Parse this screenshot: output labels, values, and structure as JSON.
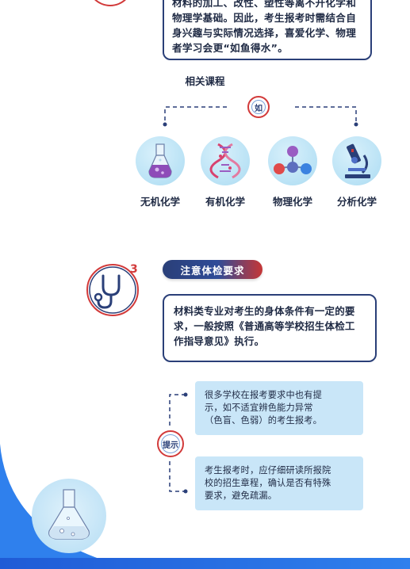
{
  "intro": {
    "lines": [
      "材料的加工、改性、塑性等离不开化学和",
      "物理学基础。因此，考生报考时需结合自",
      "身兴趣与实际情况选择，喜爱化学、物理",
      "者学习会更“如鱼得水”。"
    ]
  },
  "courses": {
    "title": "相关课程",
    "badge": "如",
    "items": [
      {
        "label": "无机化学",
        "icon": "flask-purple-icon"
      },
      {
        "label": "有机化学",
        "icon": "dna-icon"
      },
      {
        "label": "物理化学",
        "icon": "molecule-icon"
      },
      {
        "label": "分析化学",
        "icon": "microscope-icon"
      }
    ]
  },
  "health": {
    "number": "3",
    "tag": "注意体检要求",
    "lines": [
      "材料类专业对考生的身体条件有一定的要",
      "求，一般按照《普通高等学校招生体检工",
      "作指导意见》执行。"
    ]
  },
  "tips": {
    "badge": "提示",
    "items": [
      {
        "lines": [
          "很多学校在报考要求中也有提",
          "示，如不适宜辨色能力异常",
          "（色盲、色弱）的考生报考。"
        ]
      },
      {
        "lines": [
          "考生报考时，应仔细研读所报院",
          "校的招生章程，确认是否有特殊",
          "要求，避免疏漏。"
        ]
      }
    ]
  },
  "colors": {
    "navy": "#2a3f78",
    "red": "#d23a3a",
    "light_blue": "#c9e6f8",
    "band_blue": "#1f5bd6"
  }
}
